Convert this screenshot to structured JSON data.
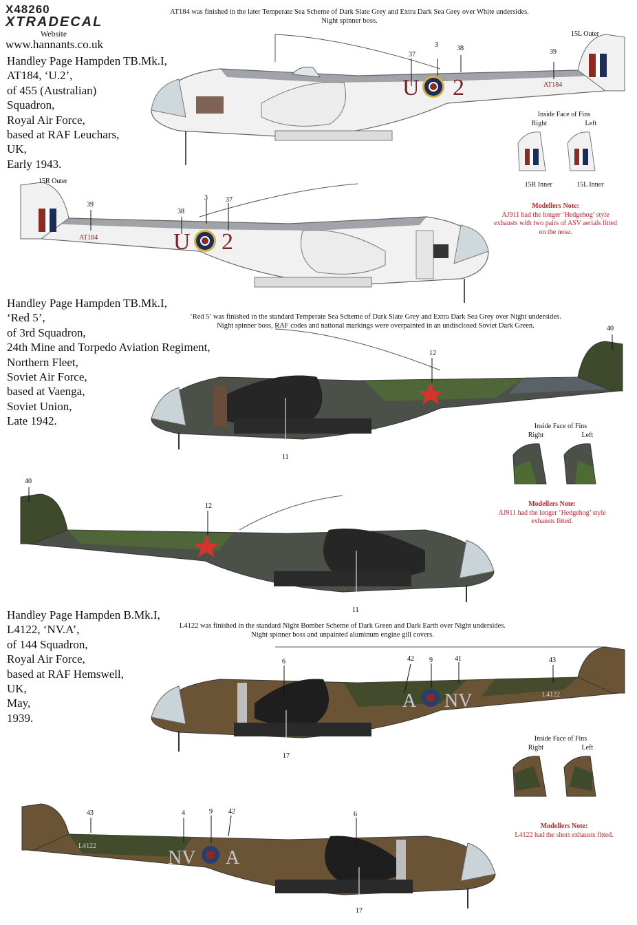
{
  "header": {
    "product_code": "X48260",
    "brand": "XTRADECAL",
    "website_label": "Website",
    "website_url": "www.hannants.co.uk"
  },
  "sections": [
    {
      "title_lines": [
        "Handley Page Hampden TB.Mk.I,",
        "AT184, ‘U.2’,",
        "of 455 (Australian)",
        "Squadron,",
        "Royal Air Force,",
        "based at RAF Leuchars,",
        "UK,",
        "Early 1943."
      ],
      "scheme_note": [
        "AT184 was finished in the later Temperate Sea Scheme of Dark Slate Grey and Extra Dark Sea Grey over White undersides.",
        "Night spinner boss."
      ],
      "code_left": "U",
      "code_right": "2",
      "serial": "AT184",
      "callouts_top": [
        "37",
        "3",
        "38",
        "39"
      ],
      "callouts_bottom": [
        "39",
        "38",
        "3",
        "37"
      ],
      "fin_outer_top": "15L Outer",
      "fin_outer_bottom": "15R Outer",
      "fins_title": "Inside Face of Fins",
      "fins_right": "Right",
      "fins_left": "Left",
      "fin_inner_right": "15R Inner",
      "fin_inner_left": "15L Inner",
      "modellers_note_title": "Modellers Note:",
      "modellers_note_text": [
        "AJ911 had the longer ‘Hedgehog’ style",
        "exhausts with two pairs of ASV aerials fitted",
        "on the nose."
      ]
    },
    {
      "title_lines": [
        "Handley Page Hampden TB.Mk.I,",
        "‘Red 5’,",
        "of 3rd Squadron,",
        "24th Mine and Torpedo Aviation Regiment,",
        "Northern Fleet,",
        "Soviet Air Force,",
        "based at Vaenga,",
        "Soviet Union,",
        "Late 1942."
      ],
      "scheme_note": [
        "‘Red 5’ was finished in the standard Temperate Sea Scheme of Dark Slate Grey and Extra Dark Sea Grey over Night undersides.",
        "Night spinner boss, RAF codes and national markings were overpainted in an undisclosed Soviet Dark Green."
      ],
      "callouts_top": [
        "12",
        "11",
        "40"
      ],
      "callouts_bottom": [
        "40",
        "12",
        "11"
      ],
      "fins_title": "Inside Face of Fins",
      "fins_right": "Right",
      "fins_left": "Left",
      "modellers_note_title": "Modellers Note:",
      "modellers_note_text": [
        "AJ911 had the longer ‘Hedgehog’ style",
        "exhausts fitted."
      ]
    },
    {
      "title_lines": [
        "Handley Page Hampden B.Mk.I,",
        "L4122, ‘NV.A’,",
        "of 144 Squadron,",
        "Royal Air Force,",
        "based at RAF Hemswell,",
        "UK,",
        "May,",
        "1939."
      ],
      "scheme_note": [
        "L4122 was finished in the standard Night Bomber Scheme of Dark Green and Dark Earth over Night undersides.",
        "Night spinner boss and unpainted aluminum engine gill covers."
      ],
      "code_left": "A",
      "code_right": "NV",
      "serial": "L4122",
      "callouts_top": [
        "6",
        "42",
        "9",
        "41",
        "43",
        "17"
      ],
      "callouts_bottom": [
        "43",
        "4",
        "9",
        "42",
        "6",
        "17"
      ],
      "fins_title": "Inside Face of Fins",
      "fins_right": "Right",
      "fins_left": "Left",
      "modellers_note_title": "Modellers Note:",
      "modellers_note_text": [
        "L4122 had the short exhausts fitted."
      ]
    }
  ],
  "colors": {
    "red_note": "#c0262c",
    "dark_slate_grey": "#4b5148",
    "extra_dark_sea_grey": "#5c636a",
    "soviet_green": "#4f6b34",
    "dark_earth": "#6b5435",
    "dark_green": "#3f4a2c",
    "night": "#1a1a1a",
    "white": "#f2f2f2",
    "roundel_blue": "#1c2d5a",
    "roundel_red": "#8c2a24",
    "roundel_yellow": "#d8b040",
    "code_red": "#7a2424",
    "soviet_star": "#d8322c"
  }
}
